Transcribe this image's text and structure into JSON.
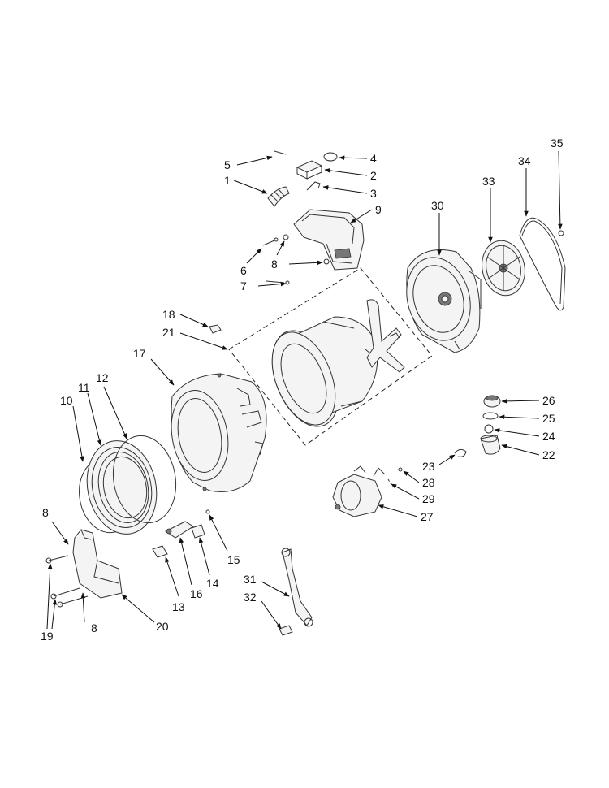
{
  "callouts": [
    {
      "id": "n1",
      "text": "1"
    },
    {
      "id": "n2",
      "text": "2"
    },
    {
      "id": "n3",
      "text": "3"
    },
    {
      "id": "n4",
      "text": "4"
    },
    {
      "id": "n5",
      "text": "5"
    },
    {
      "id": "n6",
      "text": "6"
    },
    {
      "id": "n7",
      "text": "7"
    },
    {
      "id": "n8a",
      "text": "8"
    },
    {
      "id": "n8b",
      "text": "8"
    },
    {
      "id": "n8c",
      "text": "8"
    },
    {
      "id": "n9",
      "text": "9"
    },
    {
      "id": "n10",
      "text": "10"
    },
    {
      "id": "n11",
      "text": "11"
    },
    {
      "id": "n12",
      "text": "12"
    },
    {
      "id": "n13",
      "text": "13"
    },
    {
      "id": "n14",
      "text": "14"
    },
    {
      "id": "n15",
      "text": "15"
    },
    {
      "id": "n16",
      "text": "16"
    },
    {
      "id": "n17",
      "text": "17"
    },
    {
      "id": "n18",
      "text": "18"
    },
    {
      "id": "n19",
      "text": "19"
    },
    {
      "id": "n20",
      "text": "20"
    },
    {
      "id": "n21",
      "text": "21"
    },
    {
      "id": "n22",
      "text": "22"
    },
    {
      "id": "n23",
      "text": "23"
    },
    {
      "id": "n24",
      "text": "24"
    },
    {
      "id": "n25",
      "text": "25"
    },
    {
      "id": "n26",
      "text": "26"
    },
    {
      "id": "n27",
      "text": "27"
    },
    {
      "id": "n28",
      "text": "28"
    },
    {
      "id": "n29",
      "text": "29"
    },
    {
      "id": "n30",
      "text": "30"
    },
    {
      "id": "n31",
      "text": "31"
    },
    {
      "id": "n32",
      "text": "32"
    },
    {
      "id": "n33",
      "text": "33"
    },
    {
      "id": "n34",
      "text": "34"
    },
    {
      "id": "n35",
      "text": "35"
    }
  ]
}
